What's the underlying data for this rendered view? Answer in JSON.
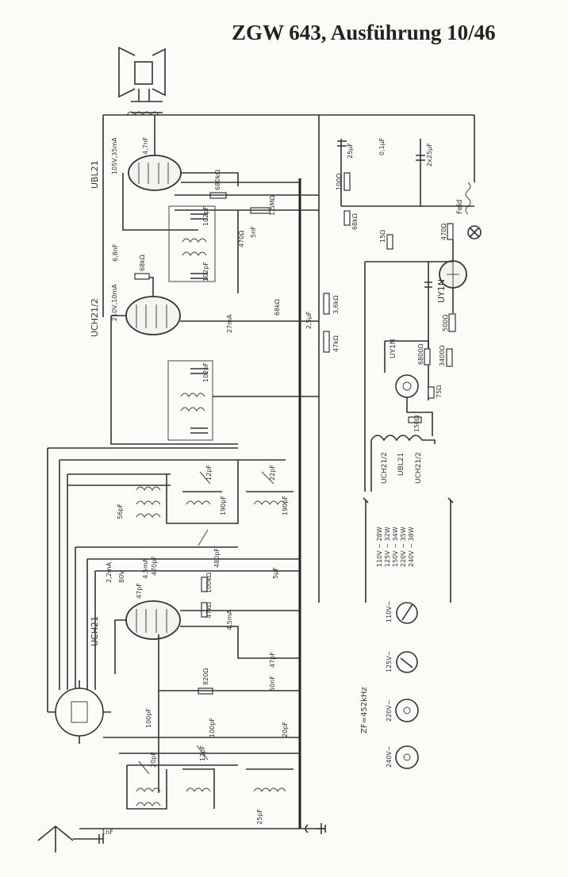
{
  "title": "ZGW 643, Ausführung 10/46",
  "tubes": {
    "output": "UBL21",
    "if_amp": "UCH21/2",
    "mixer": "UCH21",
    "rectifier": "UY1N"
  },
  "annotations": {
    "ubl_operating": "105V,35mA",
    "uch2_operating": "210V,10mA",
    "uch2_current": "27mA",
    "uch_mixer_current": "4,5mA",
    "uch_mixer_anode_voltage": "80V",
    "uch_mixer_anode_current": "2,2mA",
    "if_frequency": "ZF=452kHz",
    "field_coil": "Feld",
    "heater_string_uch2": "UCH21/2",
    "heater_string_ubl": "UBL21",
    "heater_string_uch": "UCH21/2"
  },
  "components": {
    "c_47nf": "4,7nF",
    "c_25uf": "25µF",
    "c_01uf": "0,1µF",
    "c_2x25uf": "2x25µF",
    "r_680k": "680kΩ",
    "r_100": "100Ω",
    "r_68k": "68kΩ",
    "r_15": "15Ω",
    "r_470": "470Ω",
    "r_15m": "1,5MΩ",
    "c_5nf": "5nF",
    "c_68nf": "6,8nF",
    "r_68_2": "68kΩ",
    "c_25uf_2": "2,5µF",
    "r_3k6": "3,6kΩ",
    "r_47k": "47kΩ",
    "r_500_heater": "500Ω",
    "c_102pf_a": "102pF",
    "c_102pf_b": "102pF",
    "c_102pf_c": "102pF",
    "c_56pf": "56pF",
    "c_22pf": "22pF",
    "c_12pf": "12pF",
    "c_470pf": "470pF",
    "c_480pf": "480pF",
    "c_100k_mixer": "100kΩ",
    "r_47_mixer": "47kΩ",
    "c_5uf_mixer": "5µF",
    "c_190pf": "190pF",
    "c_47pf": "47pF",
    "r_820": "820Ω",
    "c_50nf": "50nF",
    "c_100pf": "100pF",
    "c_20pf": "20pF",
    "c_25pf": "25pF",
    "c_1nf": "1nF",
    "r_680_rect": "6800Ω",
    "r_75": "75Ω",
    "r_150": "150Ω",
    "r_340": "3400Ω"
  },
  "voltage_selector": {
    "lines": [
      "110V ~ 28W",
      "125V ~ 32W",
      "150V ~ 34W",
      "220V ~ 35W",
      "240V ~ 38W"
    ],
    "taps": [
      "110V~",
      "125V~",
      "220V~",
      "240V~"
    ]
  }
}
